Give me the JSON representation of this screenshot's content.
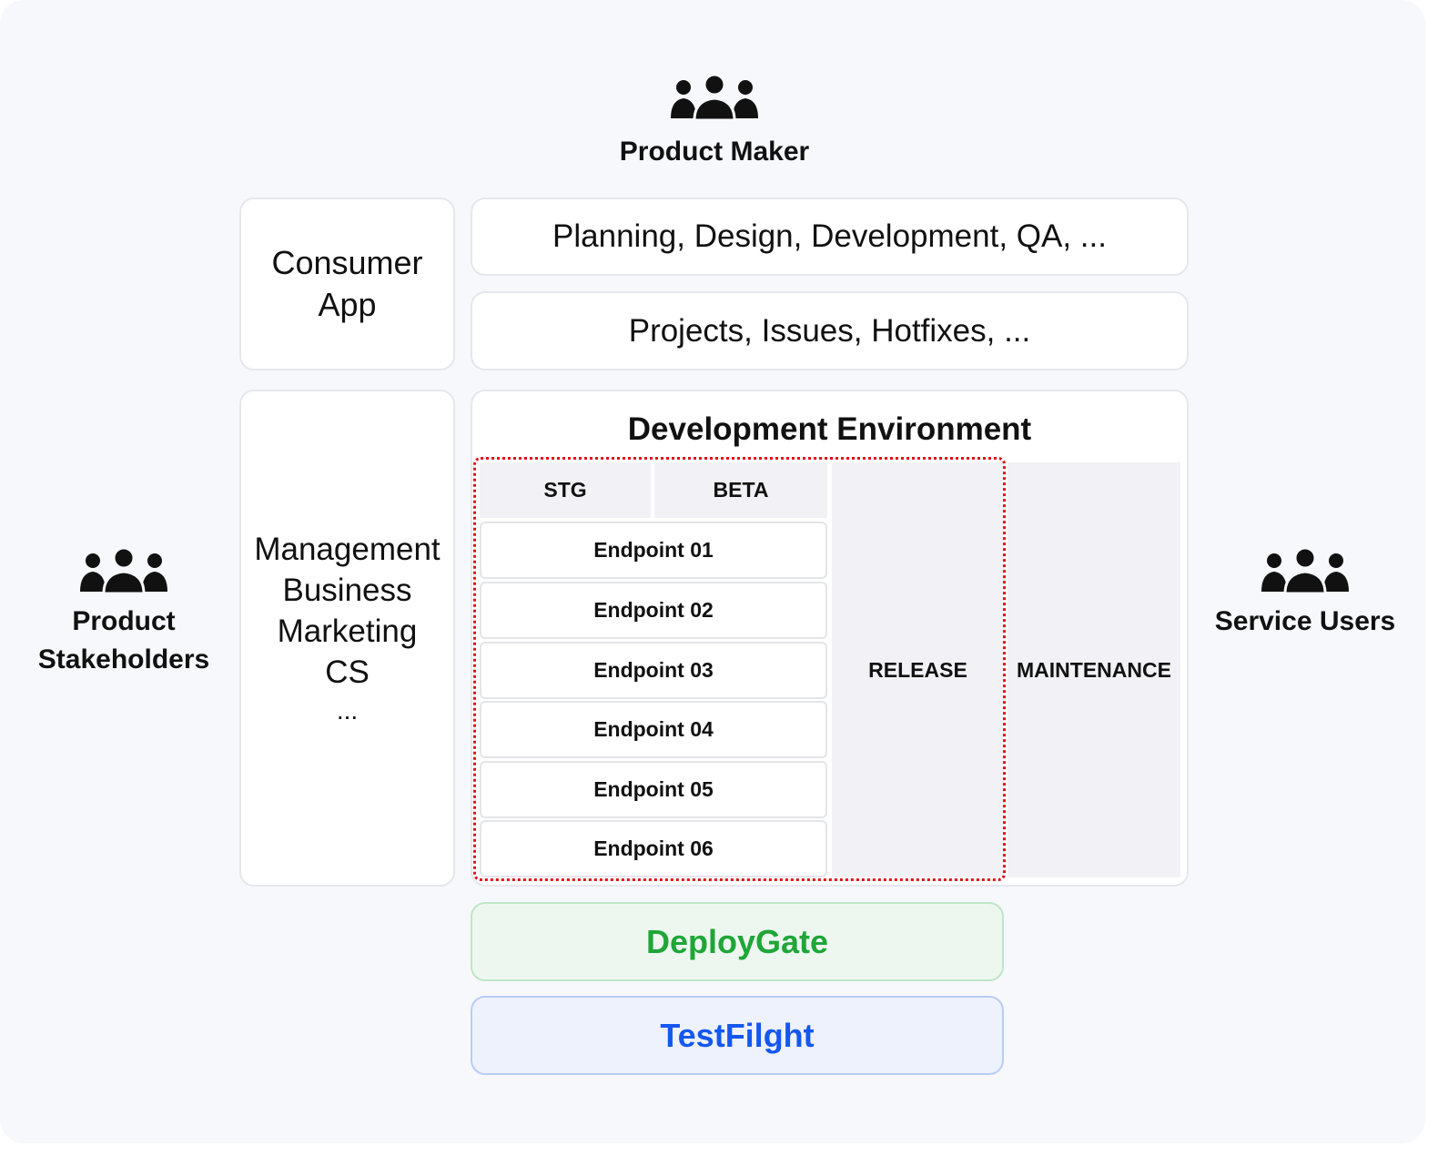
{
  "actors": {
    "product_maker": "Product Maker",
    "product_stakeholders": [
      "Product",
      "Stakeholders"
    ],
    "service_users": "Service Users"
  },
  "consumer_app": [
    "Consumer",
    "App"
  ],
  "planning": "Planning, Design, Development, QA, ...",
  "projects": "Projects, Issues, Hotfixes, ...",
  "departments": [
    "Management",
    "Business",
    "Marketing",
    "CS",
    "..."
  ],
  "dev_env": {
    "title": "Development Environment",
    "stages": {
      "stg": "STG",
      "beta": "BETA",
      "release": "RELEASE",
      "maintenance": "MAINTENANCE"
    },
    "endpoints": [
      "Endpoint 01",
      "Endpoint 02",
      "Endpoint 03",
      "Endpoint 04",
      "Endpoint 05",
      "Endpoint 06"
    ]
  },
  "distribution": {
    "deploygate": "DeployGate",
    "testflight": "TestFilght"
  },
  "colors": {
    "deploygate_text": "#1fa637",
    "deploygate_bg": "#edf7f0",
    "deploygate_border": "#bfe6c8",
    "testflight_text": "#1458f0",
    "testflight_bg": "#eef2fc",
    "testflight_border": "#b9cdf3",
    "dotted_border": "#e0121b"
  },
  "icons": {
    "people": "people-group-icon"
  }
}
